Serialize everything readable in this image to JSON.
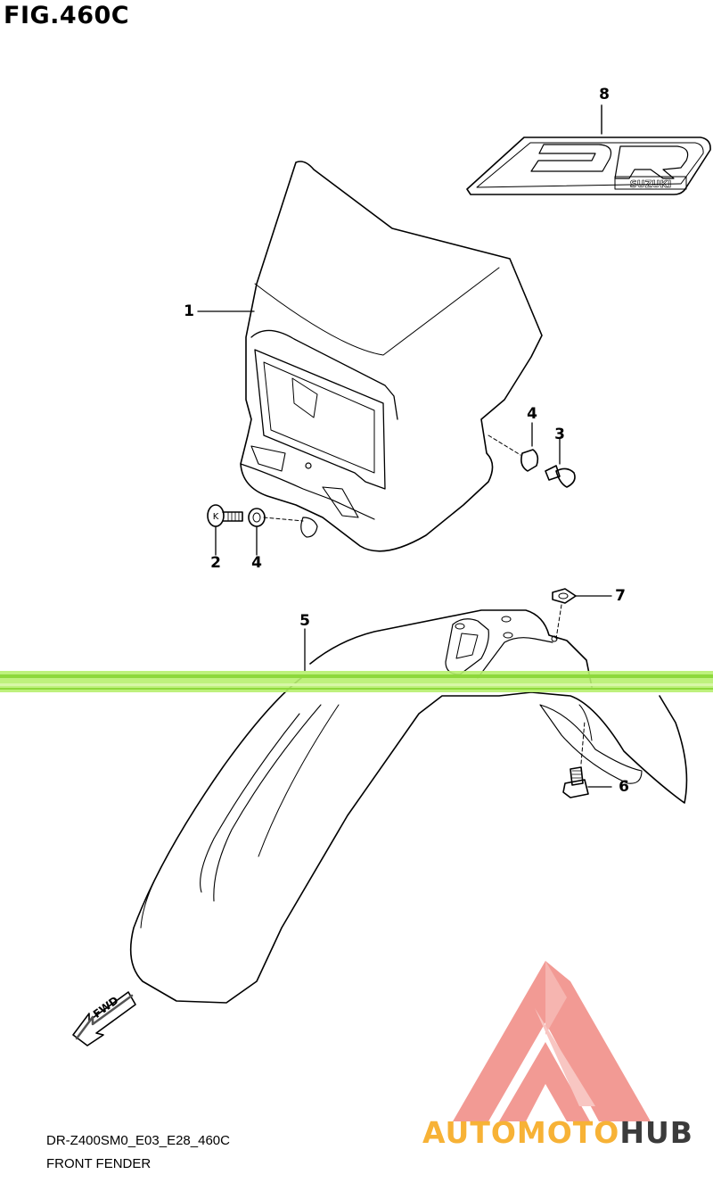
{
  "figure": {
    "title": "FIG.460C",
    "footer_code": "DR-Z400SM0_E03_E28_460C",
    "footer_name": "FRONT FENDER"
  },
  "callouts": {
    "headlight_cover": "1",
    "screw": "2",
    "cushion_left": "4",
    "cushion_right": "4",
    "screw_right": "3",
    "front_fender": "5",
    "bolt": "6",
    "nut": "7",
    "emblem": "8"
  },
  "emblem": {
    "logo_text": "DR",
    "brand_text": "SUZUKI"
  },
  "fwd_arrow": {
    "label": "FWD"
  },
  "watermark": {
    "brand_part1": "AUTOMOTO",
    "brand_part2": "HUB",
    "colors": {
      "logo": "#f29a94",
      "part1": "#f7b236",
      "part2": "#3b3b3b",
      "stripe": "#9ee64a"
    }
  }
}
